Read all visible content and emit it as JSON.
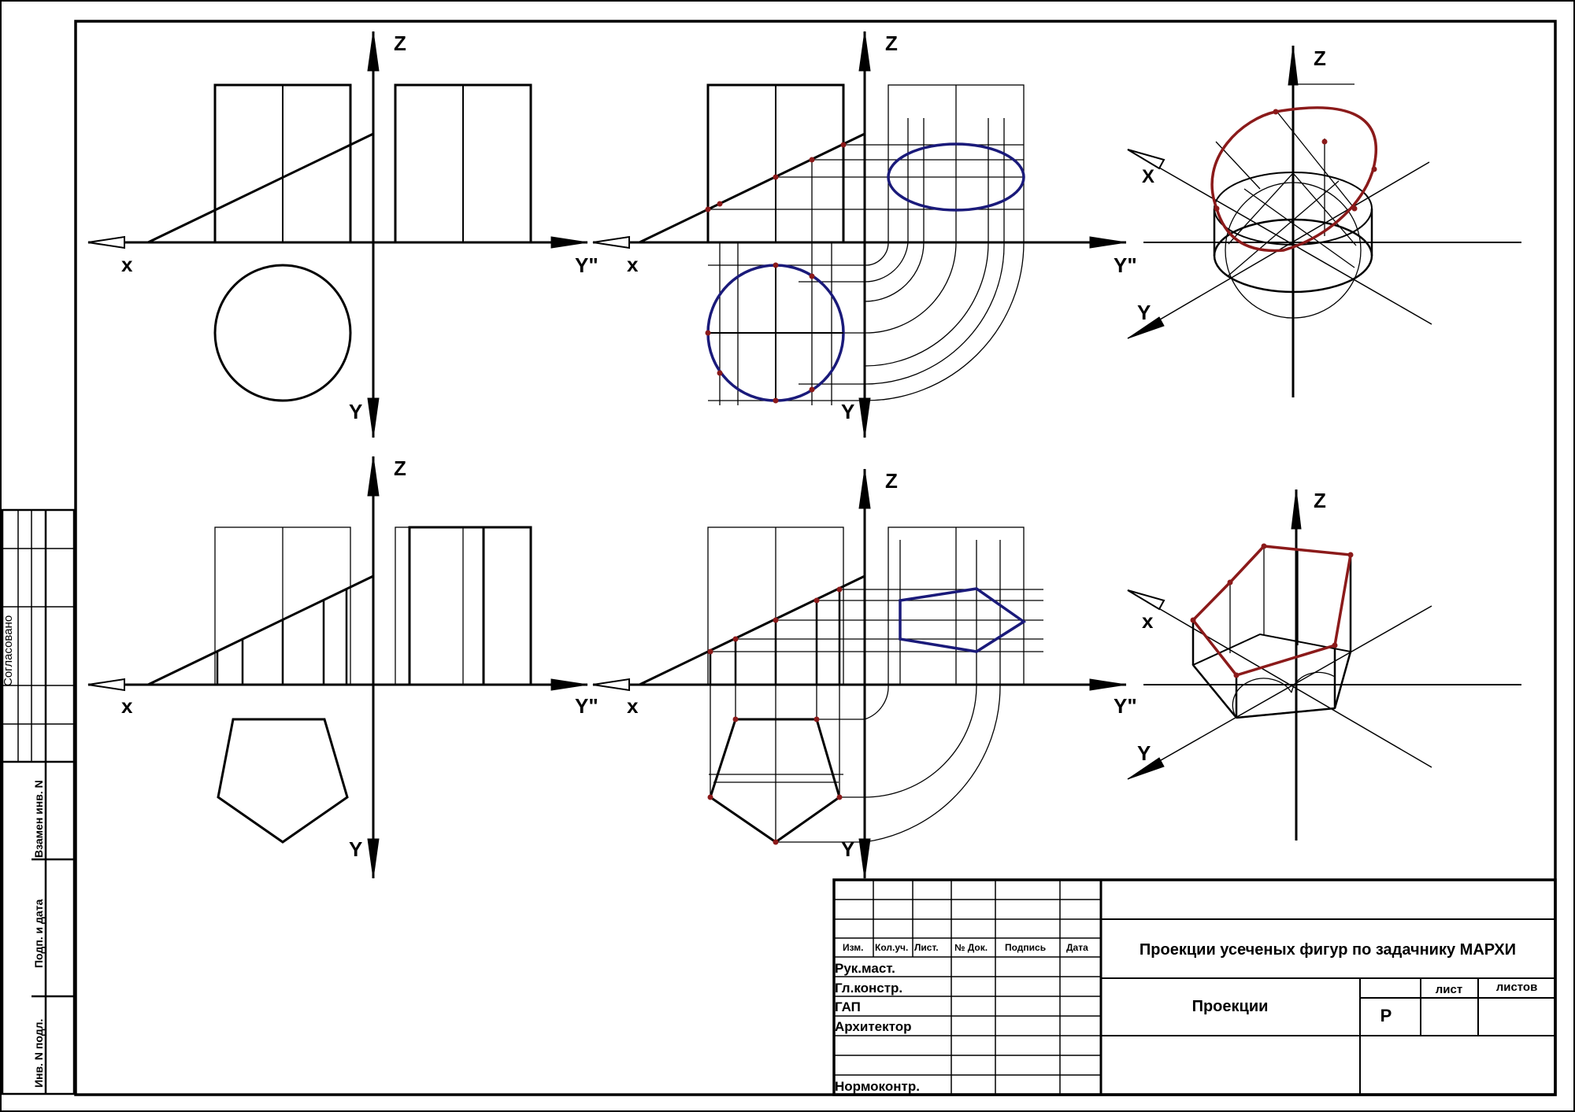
{
  "axes": {
    "z": "Z",
    "x": "x",
    "x_upper": "X",
    "y": "Y",
    "y_prime": "Y\""
  },
  "side_stamp": {
    "agreed": "Согласовано",
    "replaced_inv": "Взамен инв. N",
    "sign_date": "Подп. и дата",
    "inv_orig": "Инв. N подл."
  },
  "title_block": {
    "columns": [
      "Изм.",
      "Кол.уч.",
      "Лист.",
      "№ Док.",
      "Подпись",
      "Дата"
    ],
    "roles": [
      "Рук.маст.",
      "Гл.констр.",
      "ГАП",
      "Архитектор",
      "Нормоконтр."
    ],
    "title": "Проекции усеченых фигур по задачнику МАРХИ",
    "subtitle": "Проекции",
    "stage": "Р",
    "sheet_label": "лист",
    "sheets_label": "листов"
  },
  "colors": {
    "line": "#000000",
    "blue_section": "#1a1a7a",
    "red_section": "#8b1a1a",
    "background": "#ffffff"
  }
}
